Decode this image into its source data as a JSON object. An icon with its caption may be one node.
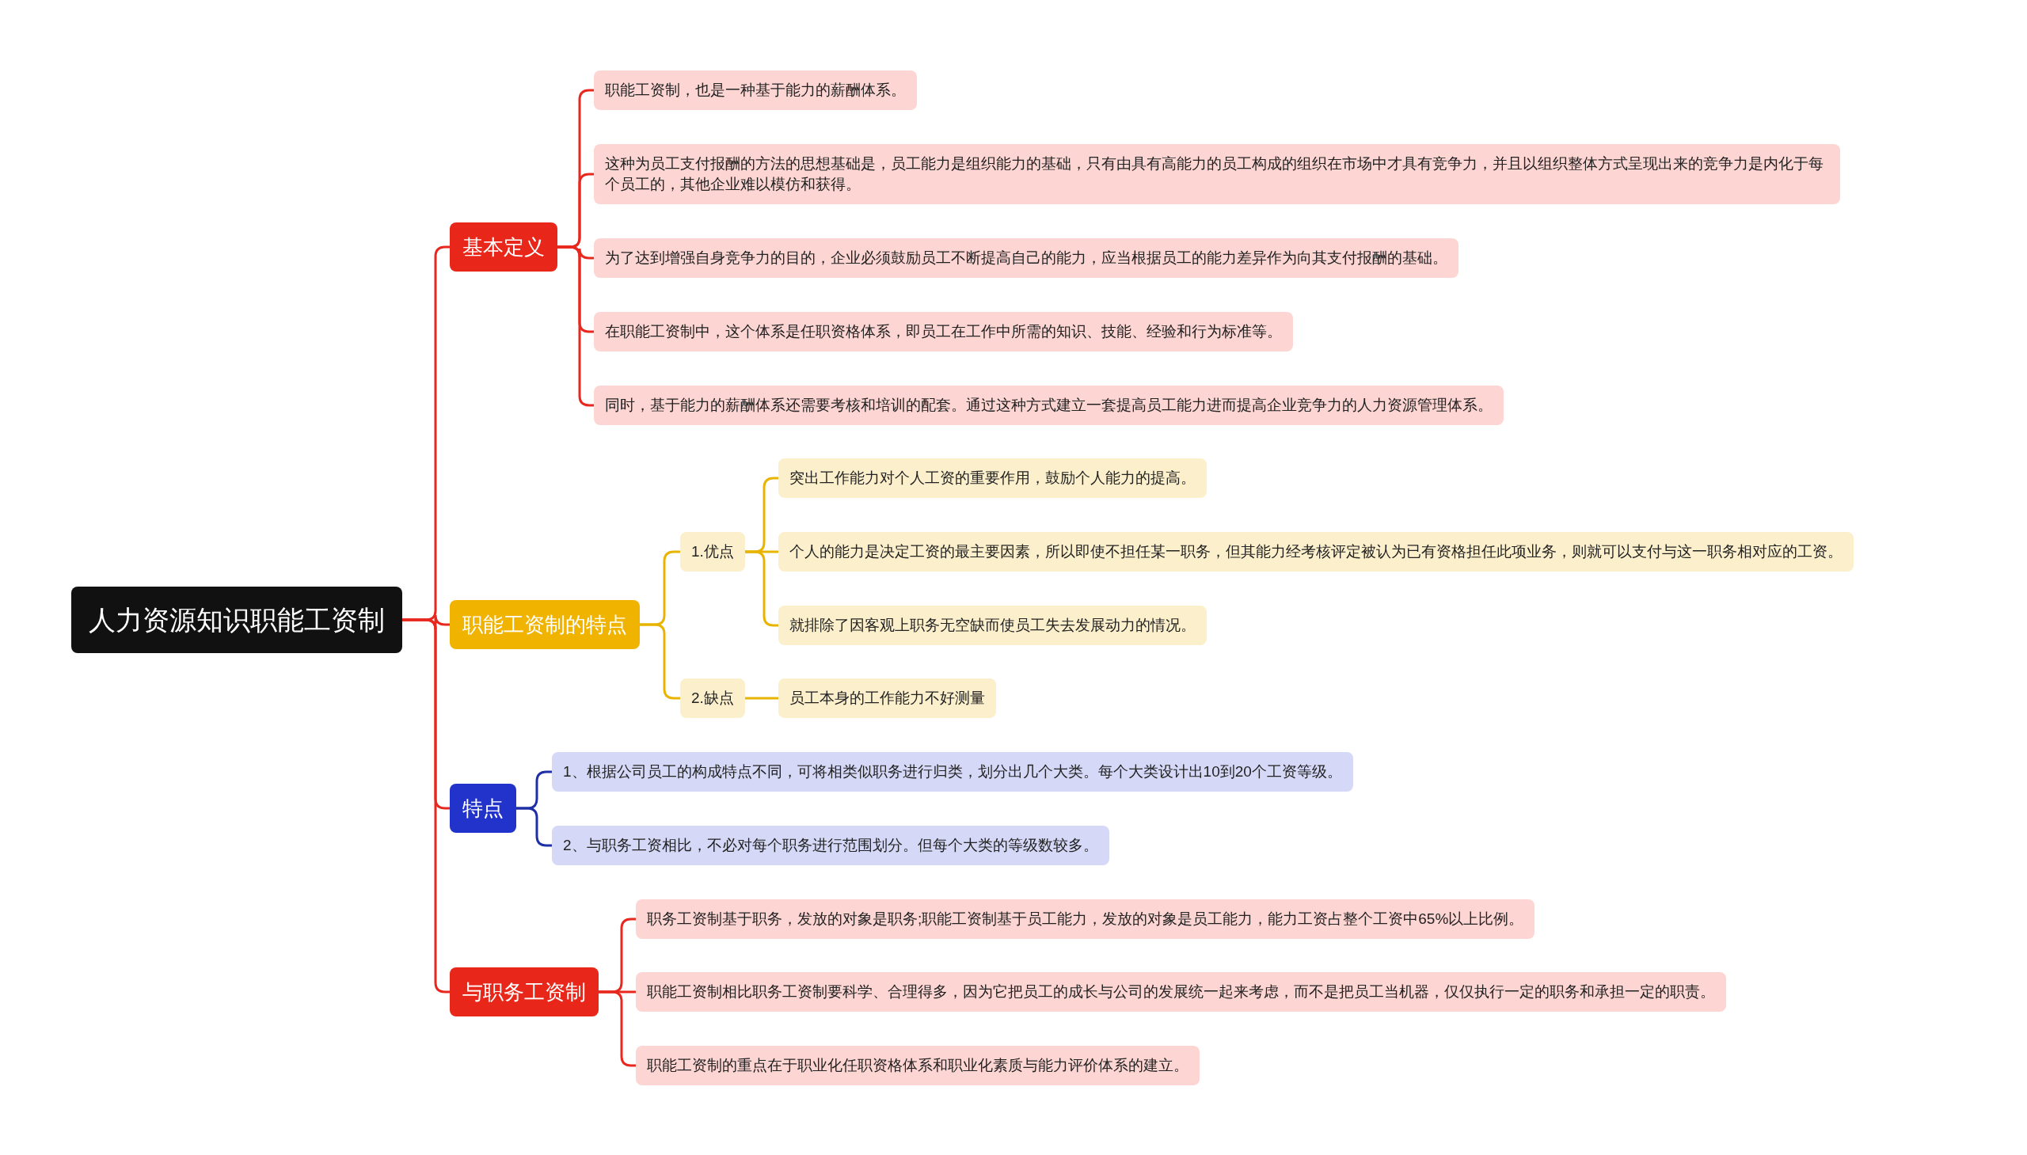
{
  "diagram": {
    "nodes": [
      {
        "text": [
          "人力资源知识职能工资制"
        ]
      },
      {
        "text": [
          "基本定义"
        ]
      },
      {
        "text": [
          "职能工资制，也是一种基于能力的薪酬体系。"
        ]
      },
      {
        "text": [
          "这种为员工支付报酬的方法的思想基础是，员工能力是组织能力的基础，只有由具有高能力的员工构成的组织在市场中才具有竞争力，并且以组织整体方式呈现出来的竞争力是内化于每个员工的，其他企业难以模仿和获得。"
        ]
      },
      {
        "text": [
          "为了达到增强自身竞争力的目的，企业必须鼓励员工不断提高自己的能力，应当根据员工的能力差异作为向其支付报酬的基础。"
        ]
      },
      {
        "text": [
          "在职能工资制中，这个体系是任职资格体系，即员工在工作中所需的知识、技能、经验和行为标准等。"
        ]
      },
      {
        "text": [
          "同时，基于能力的薪酬体系还需要考核和培训的配套。通过这种方式建立一套提高员工能力进而提高企业竞争力的人力资源管理体系。"
        ]
      },
      {
        "text": [
          "职能工资制的特点"
        ]
      },
      {
        "text": [
          "1.优点"
        ]
      },
      {
        "text": [
          "突出工作能力对个人工资的重要作用，鼓励个人能力的提高。"
        ]
      },
      {
        "text": [
          "个人的能力是决定工资的最主要因素，所以即使不担任某一职务，但其能力经考核评定被认为已有资格担任此项业务，则就可以支付与这一职务相对应的工资。"
        ]
      },
      {
        "text": [
          "就排除了因客观上职务无空缺而使员工失去发展动力的情况。"
        ]
      },
      {
        "text": [
          "2.缺点"
        ]
      },
      {
        "text": [
          "员工本身的工作能力不好测量"
        ]
      },
      {
        "text": [
          "特点"
        ]
      },
      {
        "text": [
          "1、根据公司员工的构成特点不同，可将相类似职务进行归类，划分出几个大类。每个大类设计出10到20个工资等级。"
        ]
      },
      {
        "text": [
          "2、与职务工资相比，不必对每个职务进行范围划分。但每个大类的等级数较多。"
        ]
      },
      {
        "text": [
          "与职务工资制"
        ]
      },
      {
        "text": [
          "职务工资制基于职务，发放的对象是职务;职能工资制基于员工能力，发放的对象是员工能力，能力工资占整个工资中65%以上比例。"
        ]
      },
      {
        "text": [
          "职能工资制相比职务工资制要科学、合理得多，因为它把员工的成长与公司的发展统一起来考虑，而不是把员工当机器，仅仅执行一定的职务和承担一定的职责。"
        ]
      },
      {
        "text": [
          "职能工资制的重点在于职业化任职资格体系和职业化素质与能力评价体系的建立。"
        ]
      }
    ],
    "edges": [
      {
        "from": 0,
        "to": 1,
        "arrow": "none"
      },
      {
        "from": 0,
        "to": 7,
        "arrow": "none"
      },
      {
        "from": 0,
        "to": 14,
        "arrow": "none"
      },
      {
        "from": 0,
        "to": 17,
        "arrow": "none"
      },
      {
        "from": 1,
        "to": 2,
        "arrow": "none"
      },
      {
        "from": 1,
        "to": 3,
        "arrow": "none"
      },
      {
        "from": 1,
        "to": 4,
        "arrow": "none"
      },
      {
        "from": 1,
        "to": 5,
        "arrow": "none"
      },
      {
        "from": 1,
        "to": 6,
        "arrow": "none"
      },
      {
        "from": 7,
        "to": 8,
        "arrow": "none",
        "color": "#e8b400"
      },
      {
        "from": 7,
        "to": 12,
        "arrow": "none",
        "color": "#e8b400"
      },
      {
        "from": 8,
        "to": 9,
        "arrow": "none",
        "color": "#e8b400"
      },
      {
        "from": 8,
        "to": 10,
        "arrow": "none",
        "color": "#e8b400"
      },
      {
        "from": 8,
        "to": 11,
        "arrow": "none",
        "color": "#e8b400"
      },
      {
        "from": 12,
        "to": 13,
        "arrow": "none",
        "color": "#e8b400"
      },
      {
        "from": 14,
        "to": 15,
        "arrow": "none",
        "color": "#1f2fa8"
      },
      {
        "from": 14,
        "to": 16,
        "arrow": "none",
        "color": "#1f2fa8"
      },
      {
        "from": 17,
        "to": 18,
        "arrow": "none"
      },
      {
        "from": 17,
        "to": 19,
        "arrow": "none"
      },
      {
        "from": 17,
        "to": 20,
        "arrow": "none"
      }
    ]
  }
}
